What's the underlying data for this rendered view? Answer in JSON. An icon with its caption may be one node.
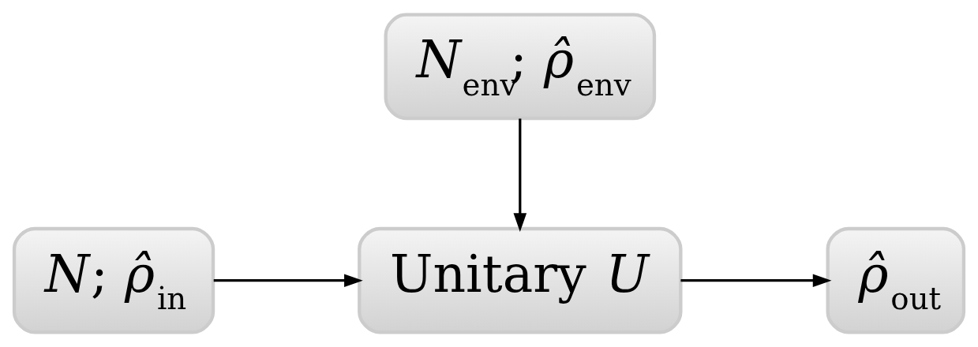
{
  "diagram": {
    "nodes": [
      {
        "text": [
          "*N*$_{env}$; *ρ̂*$_{env}$"
        ]
      },
      {
        "text": [
          "*N*; *ρ̂*$_{in}$"
        ]
      },
      {
        "text": [
          "Unitary *U*"
        ]
      },
      {
        "text": [
          "*ρ̂*$_{out}$"
        ]
      }
    ],
    "edges": [
      {
        "from": 0,
        "to": 2,
        "arrow": "to"
      },
      {
        "from": 1,
        "to": 2,
        "arrow": "to"
      },
      {
        "from": 2,
        "to": 3,
        "arrow": "to"
      }
    ]
  }
}
